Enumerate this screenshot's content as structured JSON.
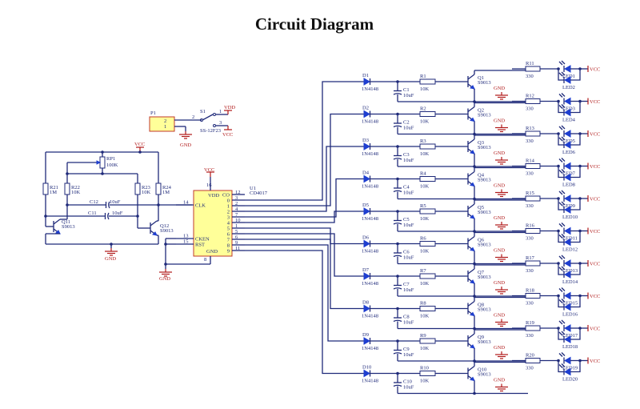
{
  "title": "Circuit Diagram",
  "colors": {
    "wire": "#1f2a7a",
    "power": "#b01818",
    "chip_fill": "#ffff99",
    "chip_border": "#c0392b",
    "led": "#1f3fd0"
  },
  "power_supply": {
    "connector": {
      "ref": "P1",
      "pins": [
        "2",
        "1"
      ]
    },
    "switch": {
      "ref": "S1",
      "part": "SS-12F23",
      "pins": [
        "2",
        "1",
        "3"
      ]
    },
    "labels": {
      "vdd": "VDD",
      "vcc": "VCC",
      "gnd": "GND"
    }
  },
  "oscillator": {
    "vcc": "VCC",
    "gnd": "GND",
    "pot": {
      "ref": "RP1",
      "value": "100K"
    },
    "resistors": [
      {
        "ref": "R21",
        "value": "1M"
      },
      {
        "ref": "R22",
        "value": "10K"
      },
      {
        "ref": "R23",
        "value": "10K"
      },
      {
        "ref": "R24",
        "value": "1M"
      }
    ],
    "capacitors": [
      {
        "ref": "C12",
        "value": "10uF"
      },
      {
        "ref": "C11",
        "value": "10uF"
      }
    ],
    "transistors": [
      {
        "ref": "Q11",
        "part": "S9013"
      },
      {
        "ref": "Q12",
        "part": "S9013"
      }
    ]
  },
  "counter": {
    "ref": "U1",
    "part": "CD4017",
    "vcc": "VCC",
    "gnd": "GND",
    "left_pins": [
      {
        "num": "14",
        "name": "CLK"
      },
      {
        "num": "13",
        "name": "CKEN"
      },
      {
        "num": "15",
        "name": "RST"
      }
    ],
    "top_pin": {
      "num": "16",
      "name": "VDD"
    },
    "bottom_pin": {
      "num": "8",
      "name": "GND"
    },
    "right_pins": [
      {
        "num": "12",
        "name": "CO"
      },
      {
        "num": "3",
        "name": "0"
      },
      {
        "num": "2",
        "name": "1"
      },
      {
        "num": "4",
        "name": "2"
      },
      {
        "num": "7",
        "name": "3"
      },
      {
        "num": "10",
        "name": "4"
      },
      {
        "num": "1",
        "name": "5"
      },
      {
        "num": "5",
        "name": "6"
      },
      {
        "num": "6",
        "name": "7"
      },
      {
        "num": "9",
        "name": "8"
      },
      {
        "num": "11",
        "name": "9"
      }
    ]
  },
  "channels": [
    {
      "diode": "D1",
      "diode_part": "1N4148",
      "cap": "C1",
      "cap_value": "10uF",
      "res": "R1",
      "res_value": "10K",
      "q": "Q1",
      "q_part": "S9013",
      "rl": "R11",
      "rl_value": "330",
      "leds": [
        "LED1",
        "LED2"
      ]
    },
    {
      "diode": "D2",
      "diode_part": "1N4148",
      "cap": "C2",
      "cap_value": "10uF",
      "res": "R2",
      "res_value": "10K",
      "q": "Q2",
      "q_part": "S9013",
      "rl": "R12",
      "rl_value": "330",
      "leds": [
        "LED3",
        "LED4"
      ]
    },
    {
      "diode": "D3",
      "diode_part": "1N4148",
      "cap": "C3",
      "cap_value": "10uF",
      "res": "R3",
      "res_value": "10K",
      "q": "Q3",
      "q_part": "S9013",
      "rl": "R13",
      "rl_value": "330",
      "leds": [
        "LED5",
        "LED6"
      ]
    },
    {
      "diode": "D4",
      "diode_part": "1N4148",
      "cap": "C4",
      "cap_value": "10uF",
      "res": "R4",
      "res_value": "10K",
      "q": "Q4",
      "q_part": "S9013",
      "rl": "R14",
      "rl_value": "330",
      "leds": [
        "LED7",
        "LED8"
      ]
    },
    {
      "diode": "D5",
      "diode_part": "1N4148",
      "cap": "C5",
      "cap_value": "10uF",
      "res": "R5",
      "res_value": "10K",
      "q": "Q5",
      "q_part": "S9013",
      "rl": "R15",
      "rl_value": "330",
      "leds": [
        "LED9",
        "LED10"
      ]
    },
    {
      "diode": "D6",
      "diode_part": "1N4148",
      "cap": "C6",
      "cap_value": "10uF",
      "res": "R6",
      "res_value": "10K",
      "q": "Q6",
      "q_part": "S9013",
      "rl": "R16",
      "rl_value": "330",
      "leds": [
        "LED11",
        "LED12"
      ]
    },
    {
      "diode": "D7",
      "diode_part": "1N4148",
      "cap": "C7",
      "cap_value": "10uF",
      "res": "R7",
      "res_value": "10K",
      "q": "Q7",
      "q_part": "S9013",
      "rl": "R17",
      "rl_value": "330",
      "leds": [
        "LED13",
        "LED14"
      ]
    },
    {
      "diode": "D8",
      "diode_part": "1N4148",
      "cap": "C8",
      "cap_value": "10uF",
      "res": "R8",
      "res_value": "10K",
      "q": "Q8",
      "q_part": "S9013",
      "rl": "R18",
      "rl_value": "330",
      "leds": [
        "LED15",
        "LED16"
      ]
    },
    {
      "diode": "D9",
      "diode_part": "1N4148",
      "cap": "C9",
      "cap_value": "10uF",
      "res": "R9",
      "res_value": "10K",
      "q": "Q9",
      "q_part": "S9013",
      "rl": "R19",
      "rl_value": "330",
      "leds": [
        "LED17",
        "LED18"
      ]
    },
    {
      "diode": "D10",
      "diode_part": "1N4148",
      "cap": "C10",
      "cap_value": "10uF",
      "res": "R10",
      "res_value": "10K",
      "q": "Q10",
      "q_part": "S9013",
      "rl": "R20",
      "rl_value": "330",
      "leds": [
        "LED19",
        "LED20"
      ]
    }
  ],
  "channel_labels": {
    "vcc": "VCC",
    "gnd": "GND"
  }
}
